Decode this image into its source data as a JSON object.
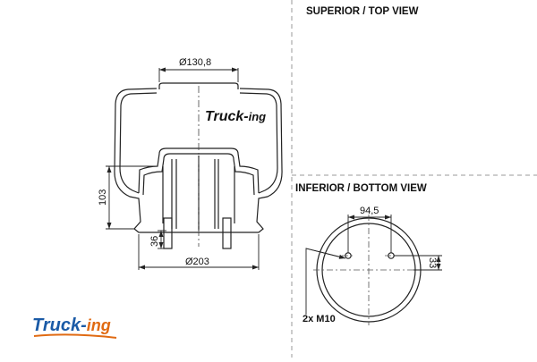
{
  "views": {
    "superior_top": "SUPERIOR / TOP VIEW",
    "inferior_bottom": "INFERIOR / BOTTOM VIEW"
  },
  "side_view": {
    "top_diameter": "Ø130,8",
    "height": "103",
    "stud_length": "36",
    "base_diameter": "Ø203",
    "watermark": "Truck-ing"
  },
  "bottom_view": {
    "bolt_spacing": "94,5",
    "offset": "33",
    "bolt_callout": "2x M10"
  },
  "logo": {
    "text_main": "Truck-",
    "text_accent": "ing"
  },
  "colors": {
    "line": "#222222",
    "dash": "#9a9a9a",
    "logo_blue": "#1a5aa6",
    "logo_orange": "#e06a12"
  }
}
